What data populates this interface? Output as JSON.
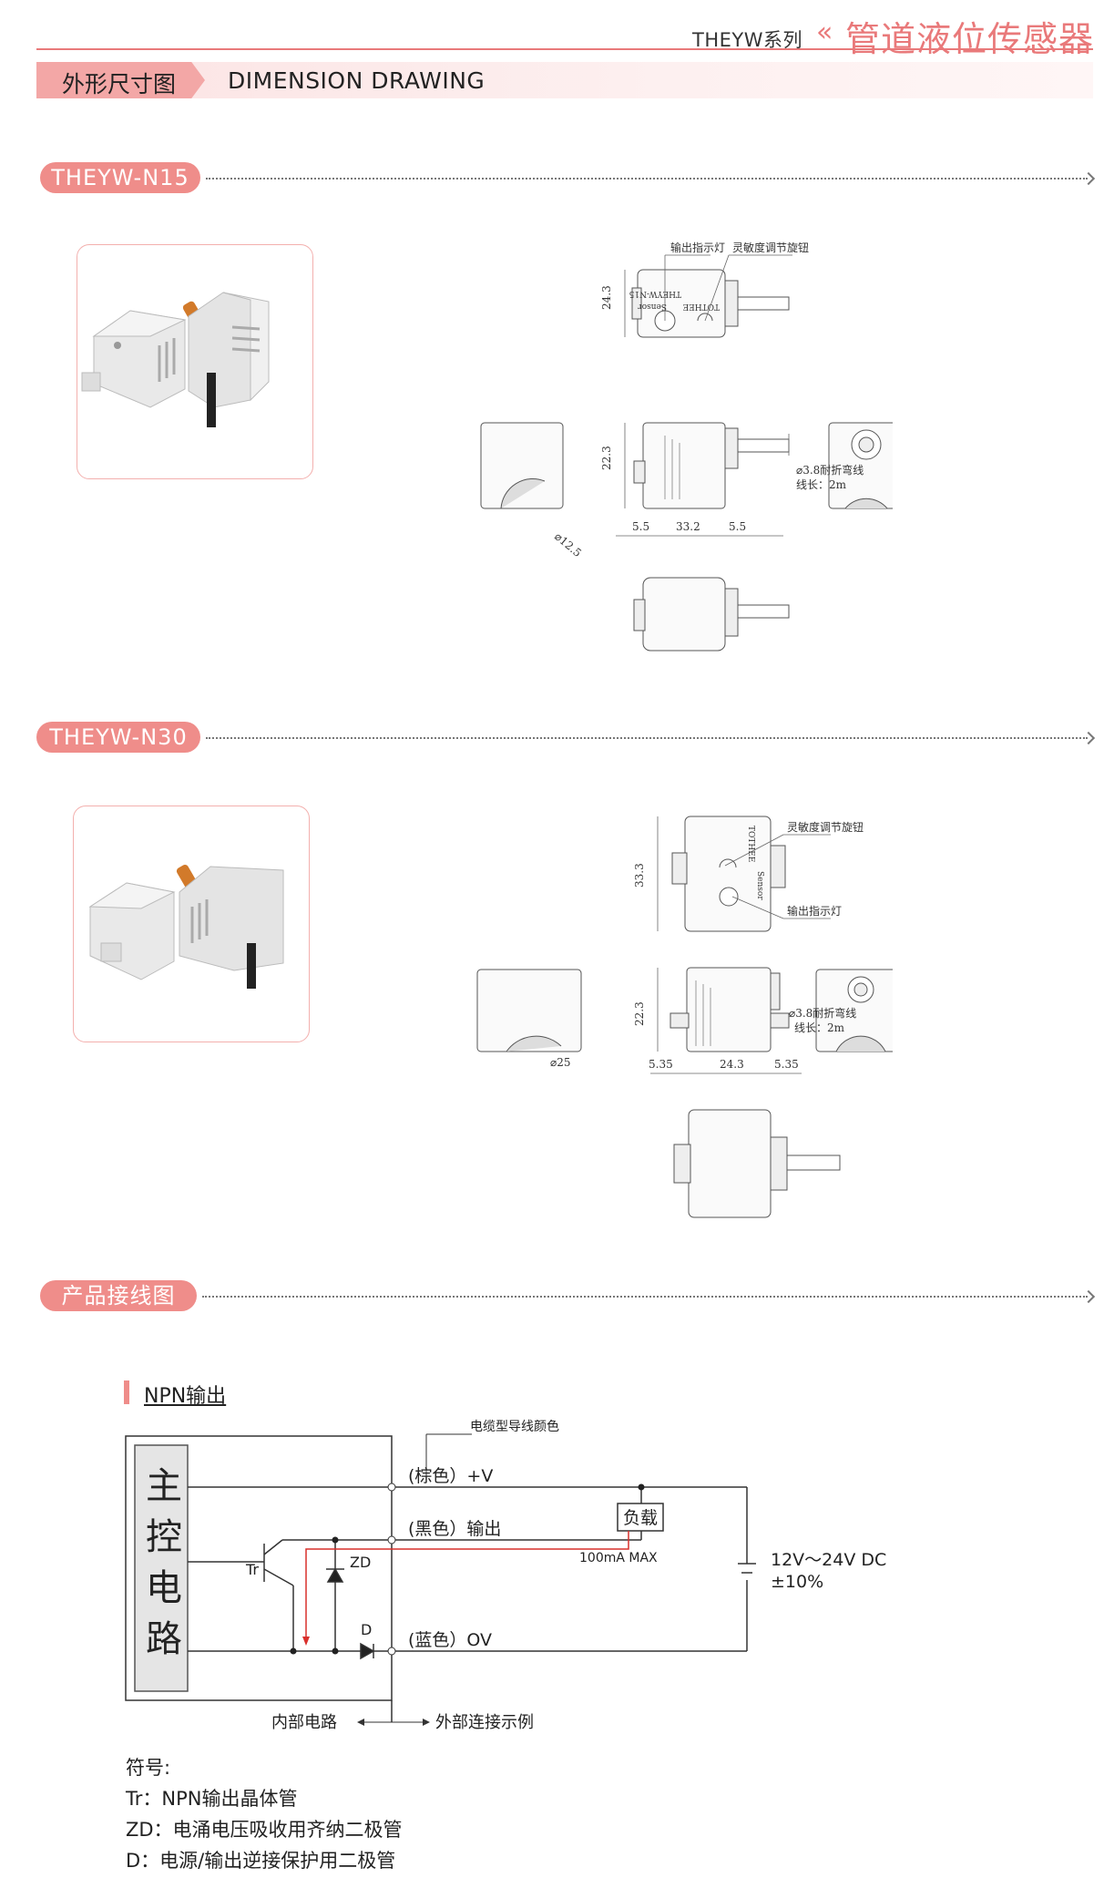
{
  "header": {
    "series": "THEYW系列",
    "arrow": "«",
    "title": "管道液位传感器"
  },
  "banner": {
    "cn": "外形尺寸图",
    "en": "DIMENSION DRAWING"
  },
  "n15": {
    "pill": "THEYW-N15",
    "callout_indicator": "输出指示灯",
    "callout_knob": "灵敏度调节旋钮",
    "label_model": "THEYW-N15",
    "label_sensor": "Sensor",
    "label_brand": "TOTHEE",
    "dim_height_top": "24.3",
    "dim_height_side": "22.3",
    "dim_left": "5.5",
    "dim_mid": "33.2",
    "dim_right": "5.5",
    "dim_dia": "⌀12.5",
    "cable_spec": "⌀3.8耐折弯线",
    "cable_len": "线长：2m"
  },
  "n30": {
    "pill": "THEYW-N30",
    "callout_knob": "灵敏度调节旋钮",
    "callout_indicator": "输出指示灯",
    "label_brand": "TOTHEE",
    "label_sensor": "Sensor",
    "dim_height_top": "33.3",
    "dim_height_side": "22.3",
    "dim_left": "5.35",
    "dim_mid": "24.3",
    "dim_right": "5.35",
    "dim_dia": "⌀25",
    "cable_spec": "⌀3.8耐折弯线",
    "cable_len": "线长：2m"
  },
  "wiring": {
    "pill": "产品接线图",
    "npn_title": "NPN输出",
    "cable_note": "电缆型导线颜色",
    "brown": "(棕色）+V",
    "black": "(黑色）输出",
    "blue": "(蓝色）OV",
    "load": "负载",
    "max_current": "100mA MAX",
    "supply_1": "12V～24V DC",
    "supply_2": "±10%",
    "main_circuit": [
      "主",
      "控",
      "电",
      "路"
    ],
    "tr": "Tr",
    "zd": "ZD",
    "d": "D",
    "internal": "内部电路",
    "external": "外部连接示例"
  },
  "legend": {
    "title": "符号:",
    "tr": "Tr：NPN输出晶体管",
    "zd": "ZD：电涌电压吸收用齐纳二极管",
    "d": "D：电源/输出逆接保护用二极管"
  },
  "colors": {
    "accent": "#ef8d8a",
    "red_line": "#d9302c"
  }
}
